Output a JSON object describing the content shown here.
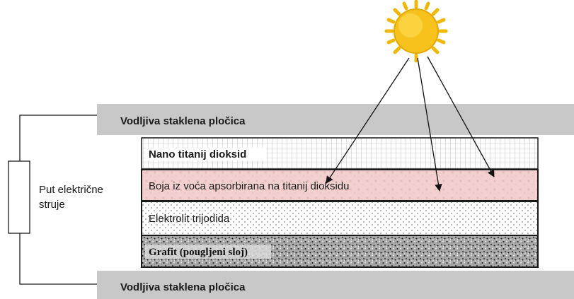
{
  "plates": {
    "top_label": "Vodljiva staklena pločica",
    "bottom_label": "Vodljiva staklena pločica"
  },
  "layers": {
    "tio2": "Nano titanij dioksid",
    "dye": "Boja iz voća apsorbirana na titanij dioksidu",
    "electrolyte": "Elektrolit trijodida",
    "graphite": "Grafit (pougljeni sloj)"
  },
  "circuit": {
    "label_line1": "Put električne",
    "label_line2": "struje"
  },
  "icons": {
    "sun": "sun-icon",
    "resistor": "resistor-icon"
  },
  "colors": {
    "plate": "#c8c8c8",
    "dye_layer": "#f2d0d0",
    "sun": "#f7c21b",
    "outline": "#1a1a1a"
  }
}
